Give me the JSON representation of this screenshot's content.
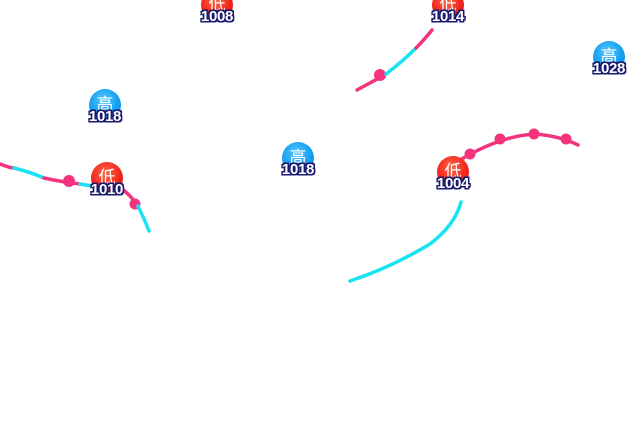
{
  "map": {
    "title": "Surface pressure systems and fronts",
    "colors": {
      "warm_front": "#f4337f",
      "cold_front": "#19e3f2",
      "low_badge": "#f1251c",
      "high_badge": "#129ef0",
      "label_outline": "#1a1a6e"
    },
    "systems": [
      {
        "type": "low",
        "symbol": "低",
        "pressure": "1008"
      },
      {
        "type": "low",
        "symbol": "低",
        "pressure": "1014"
      },
      {
        "type": "high",
        "symbol": "高",
        "pressure": "1028"
      },
      {
        "type": "high",
        "symbol": "高",
        "pressure": "1018"
      },
      {
        "type": "high",
        "symbol": "高",
        "pressure": "1018"
      },
      {
        "type": "low",
        "symbol": "低",
        "pressure": "1010"
      },
      {
        "type": "low",
        "symbol": "低",
        "pressure": "1004"
      }
    ],
    "fronts": [
      {
        "name": "front-near-1014",
        "kind": "stationary"
      },
      {
        "name": "front-near-1010",
        "kind": "stationary"
      },
      {
        "name": "warm-front-1004",
        "kind": "warm"
      },
      {
        "name": "cold-front-1004",
        "kind": "cold"
      }
    ]
  }
}
